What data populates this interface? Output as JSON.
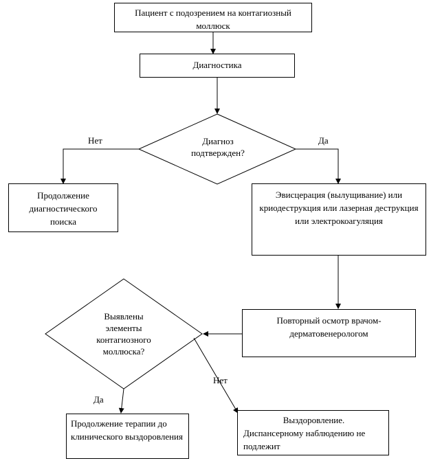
{
  "flowchart": {
    "start": "Пациент с подозрением на контагиозный моллюск",
    "diagnostics": "Диагностика",
    "decision1": "Диагноз подтвержден?",
    "no1": "Нет",
    "yes1": "Да",
    "continue_search": "Продолжение диагностического поиска",
    "treatment": "Эвисцерация (вылущивание) или криодеструкция или лазерная деструкция или электрокоагуляция",
    "followup": "Повторный осмотр врачом-дерматовенерологом",
    "decision2": "Выявлены элементы контагиозного моллюска?",
    "yes2": "Да",
    "no2": "Нет",
    "continue_therapy": "Продолжение терапии до клинического выздоровления",
    "recovery_title": "Выздоровление.",
    "recovery_note": "Диспансерному наблюдению не подлежит"
  }
}
